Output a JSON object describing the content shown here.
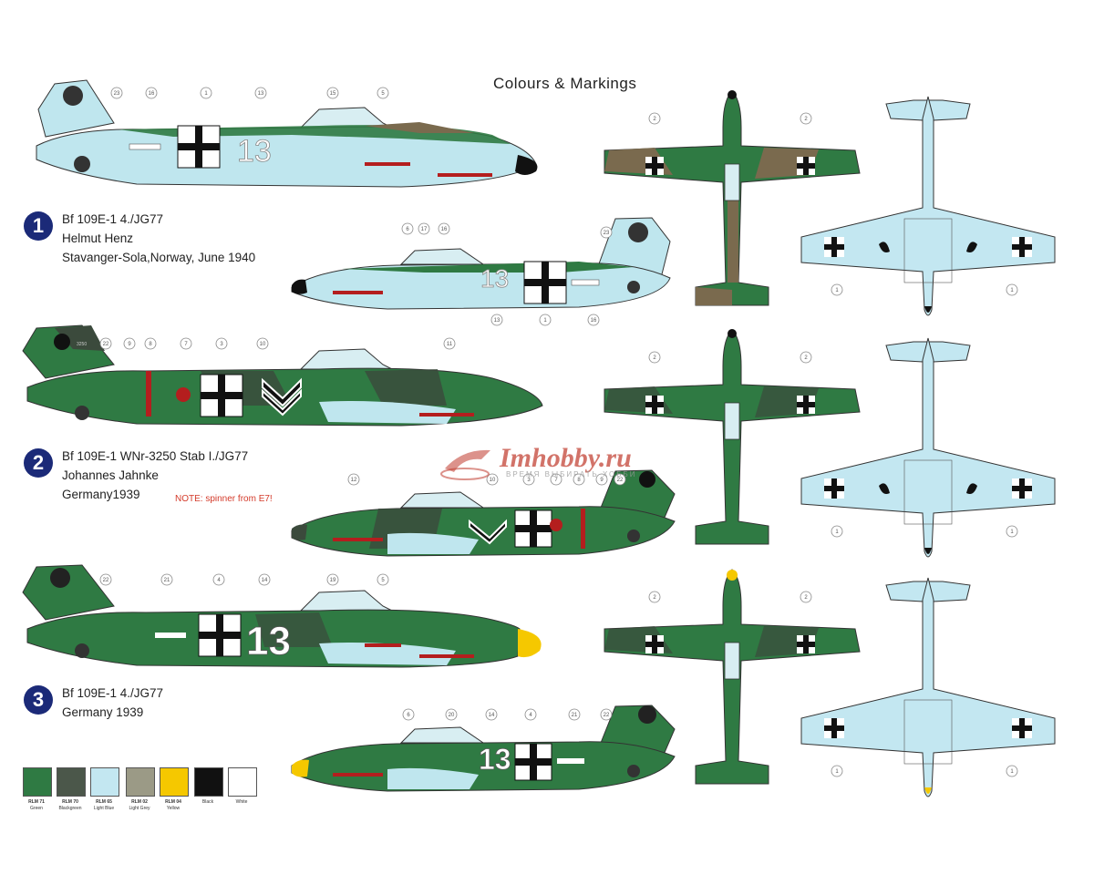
{
  "title": "Colours & Markings",
  "schemes": [
    {
      "num": "1",
      "line1": "Bf 109E-1 4./JG77",
      "line2": "Helmut Henz",
      "line3": "Stavanger-Sola,Norway, June 1940",
      "codeNumber": "13"
    },
    {
      "num": "2",
      "line1": "Bf 109E-1 WNr-3250 Stab I./JG77",
      "line2": "Johannes Jahnke",
      "line3": "Germany1939",
      "note": "NOTE: spinner from E7!",
      "wnr": "3250"
    },
    {
      "num": "3",
      "line1": "Bf 109E-1 4./JG77",
      "line2": "Germany 1939",
      "codeNumber": "13"
    }
  ],
  "callouts": {
    "p1l": [
      "23",
      "16",
      "1",
      "13",
      "15",
      "5"
    ],
    "p1r": [
      "6",
      "17",
      "16",
      "23",
      "13",
      "1",
      "16"
    ],
    "p2l": [
      "22",
      "9",
      "8",
      "7",
      "3",
      "10",
      "11"
    ],
    "p2r": [
      "12",
      "10",
      "3",
      "7",
      "8",
      "9",
      "22"
    ],
    "p3l": [
      "22",
      "21",
      "4",
      "14",
      "19",
      "5"
    ],
    "p3r": [
      "6",
      "20",
      "14",
      "4",
      "21",
      "22"
    ],
    "top": [
      "2",
      "2"
    ],
    "bottom": [
      "1",
      "1"
    ]
  },
  "colors": {
    "rlm71": "#2f7a43",
    "rlm70": "#3b4a3c",
    "rlm65": "#bfe6ee",
    "rlm02": "#9b9a86",
    "rlm04": "#f5c800",
    "black": "#111111",
    "white": "#ffffff",
    "brown": "#7a6a4e",
    "red": "#b41e1e"
  },
  "swatches": [
    {
      "code": "RLM 71",
      "name": "Green",
      "color": "#2f7a43"
    },
    {
      "code": "RLM 70",
      "name": "Blackgreen",
      "color": "#4b574a"
    },
    {
      "code": "RLM 65",
      "name": "Light Blue",
      "color": "#c3e7f1"
    },
    {
      "code": "RLM 02",
      "name": "Light Grey",
      "color": "#9b9a86"
    },
    {
      "code": "RLM 04",
      "name": "Yellow",
      "color": "#f5c800"
    },
    {
      "code": "",
      "name": "Black",
      "color": "#111111"
    },
    {
      "code": "",
      "name": "White",
      "color": "#ffffff"
    }
  ],
  "watermark": {
    "text": "Imhobby.ru",
    "sub": "ВРЕМЯ ВЫБИРАТЬ ХОББИ"
  }
}
